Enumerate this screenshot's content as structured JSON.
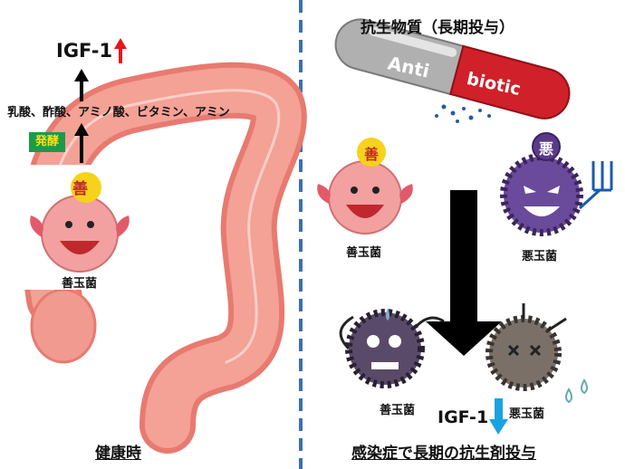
{
  "left": {
    "title": "健康時",
    "igf_label": "IGF-1",
    "igf_trend": "up",
    "metabolites": "乳酸、酢酸、アミノ酸、ビタミン、アミン",
    "fermentation_label": "発酵",
    "good_bacteria_badge": "善",
    "good_bacteria_label": "善玉菌"
  },
  "right": {
    "title": "感染症で長期の抗生剤投与",
    "antibiotic_heading": "抗生物質（長期投与）",
    "capsule_left_text": "Anti",
    "capsule_right_text": "biotic",
    "good_badge": "善",
    "bad_badge": "悪",
    "good_label_top": "善玉菌",
    "bad_label_top": "悪玉菌",
    "good_label_bottom": "善玉菌",
    "bad_label_bottom": "悪玉菌",
    "igf_label": "IGF-1",
    "igf_trend": "down"
  },
  "colors": {
    "divider": "#3b6fb5",
    "up_arrow": "#e8161b",
    "down_arrow": "#1aa3e0",
    "ferment_box": "#1a9b4a",
    "ferment_text": "#f5e11a",
    "intestine": "#f08a7e",
    "good_bacteria": "#f2a0a0",
    "bad_bacteria": "#6a4a9a",
    "capsule_red": "#d0202a",
    "capsule_grey": "#a8a8a8"
  }
}
